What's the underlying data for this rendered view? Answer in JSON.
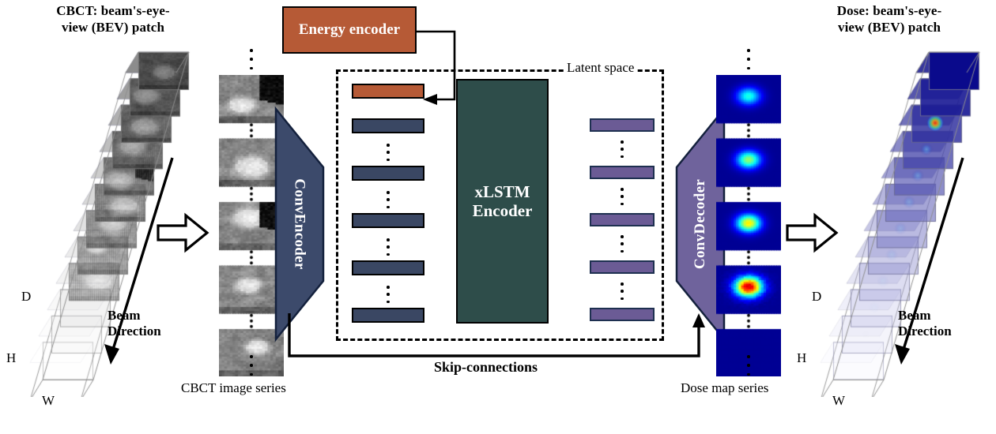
{
  "diagram": {
    "title_left": "CBCT: beam's-eye-view (BEV) patch",
    "title_left_l1": "CBCT: beam's-eye-",
    "title_left_l2": "view (BEV) patch",
    "title_right_l1": "Dose: beam's-eye-",
    "title_right_l2": "view (BEV) patch",
    "caption_left": "CBCT image series",
    "caption_right": "Dose map series",
    "skip_label": "Skip-connections",
    "latent_label": "Latent space",
    "beam_label_l1": "Beam",
    "beam_label_l2": "Direction",
    "dims": {
      "d": "D",
      "h": "H",
      "w": "W"
    }
  },
  "blocks": {
    "energy_encoder": "Energy encoder",
    "xlstm_l1": "xLSTM",
    "xlstm_l2": "Encoder",
    "conv_encoder": "ConvEncoder",
    "conv_decoder": "ConvDecoder"
  },
  "icons": {
    "flow_arrow_in": "block-arrow-right-icon",
    "flow_arrow_out": "block-arrow-right-icon",
    "beam_arrow_left": "beam-direction-arrow-icon",
    "beam_arrow_right": "beam-direction-arrow-icon",
    "energy_connector": "energy-connector-arrow-icon",
    "skip_connector": "skip-connection-arrow-icon",
    "vdots": "vertical-ellipsis-icon"
  },
  "colors": {
    "energy_orange": "#b65a36",
    "latent_navy": "#3a4763",
    "latent_purple": "#6b5b95",
    "xlstm_teal": "#2e4d4a",
    "conv_encoder_navy": "#3c4a6b",
    "conv_decoder_purple": "#6f639c",
    "border_black": "#000000",
    "wire_gray": "#8d8d8d",
    "dose_dark_blue": "#10108c"
  },
  "latent": {
    "left_bars": [
      {
        "kind": "energy",
        "color": "#b65a36"
      },
      {
        "kind": "feature",
        "color": "#3a4763"
      },
      {
        "kind": "feature",
        "color": "#3a4763"
      },
      {
        "kind": "feature",
        "color": "#3a4763"
      },
      {
        "kind": "feature",
        "color": "#3a4763"
      },
      {
        "kind": "feature",
        "color": "#3a4763"
      }
    ],
    "right_bars": [
      {
        "kind": "latent",
        "color": "#6b5b95"
      },
      {
        "kind": "latent",
        "color": "#6b5b95"
      },
      {
        "kind": "latent",
        "color": "#6b5b95"
      },
      {
        "kind": "latent",
        "color": "#6b5b95"
      },
      {
        "kind": "latent",
        "color": "#6b5b95"
      }
    ]
  },
  "cbct_series": {
    "count": 5,
    "description": "grayscale CBCT beam's-eye-view image patches"
  },
  "dose_series": {
    "count": 5,
    "peak_intensities": [
      "low",
      "medium",
      "medium-high",
      "high",
      "none"
    ],
    "description": "dose map patches with Gaussian hot spots on dark blue background"
  },
  "volume_left": {
    "slices": 12,
    "description": "stacked grayscale CBCT slices along beam axis"
  },
  "volume_right": {
    "slices": 12,
    "description": "stacked blue dose slices along beam axis"
  }
}
